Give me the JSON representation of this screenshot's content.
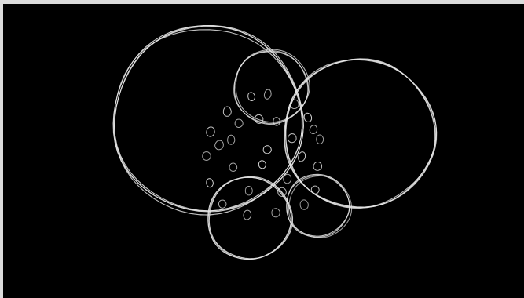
{
  "colors": {
    "outer_background": "#dcdcdc",
    "canvas_background": "#000000",
    "stroke": "#e6e6e6"
  },
  "sketch": {
    "kind": "hand-drawn overlapping circles with small dot marks",
    "large_circles": 2,
    "small_circles": 3,
    "dot_marks": 29
  }
}
